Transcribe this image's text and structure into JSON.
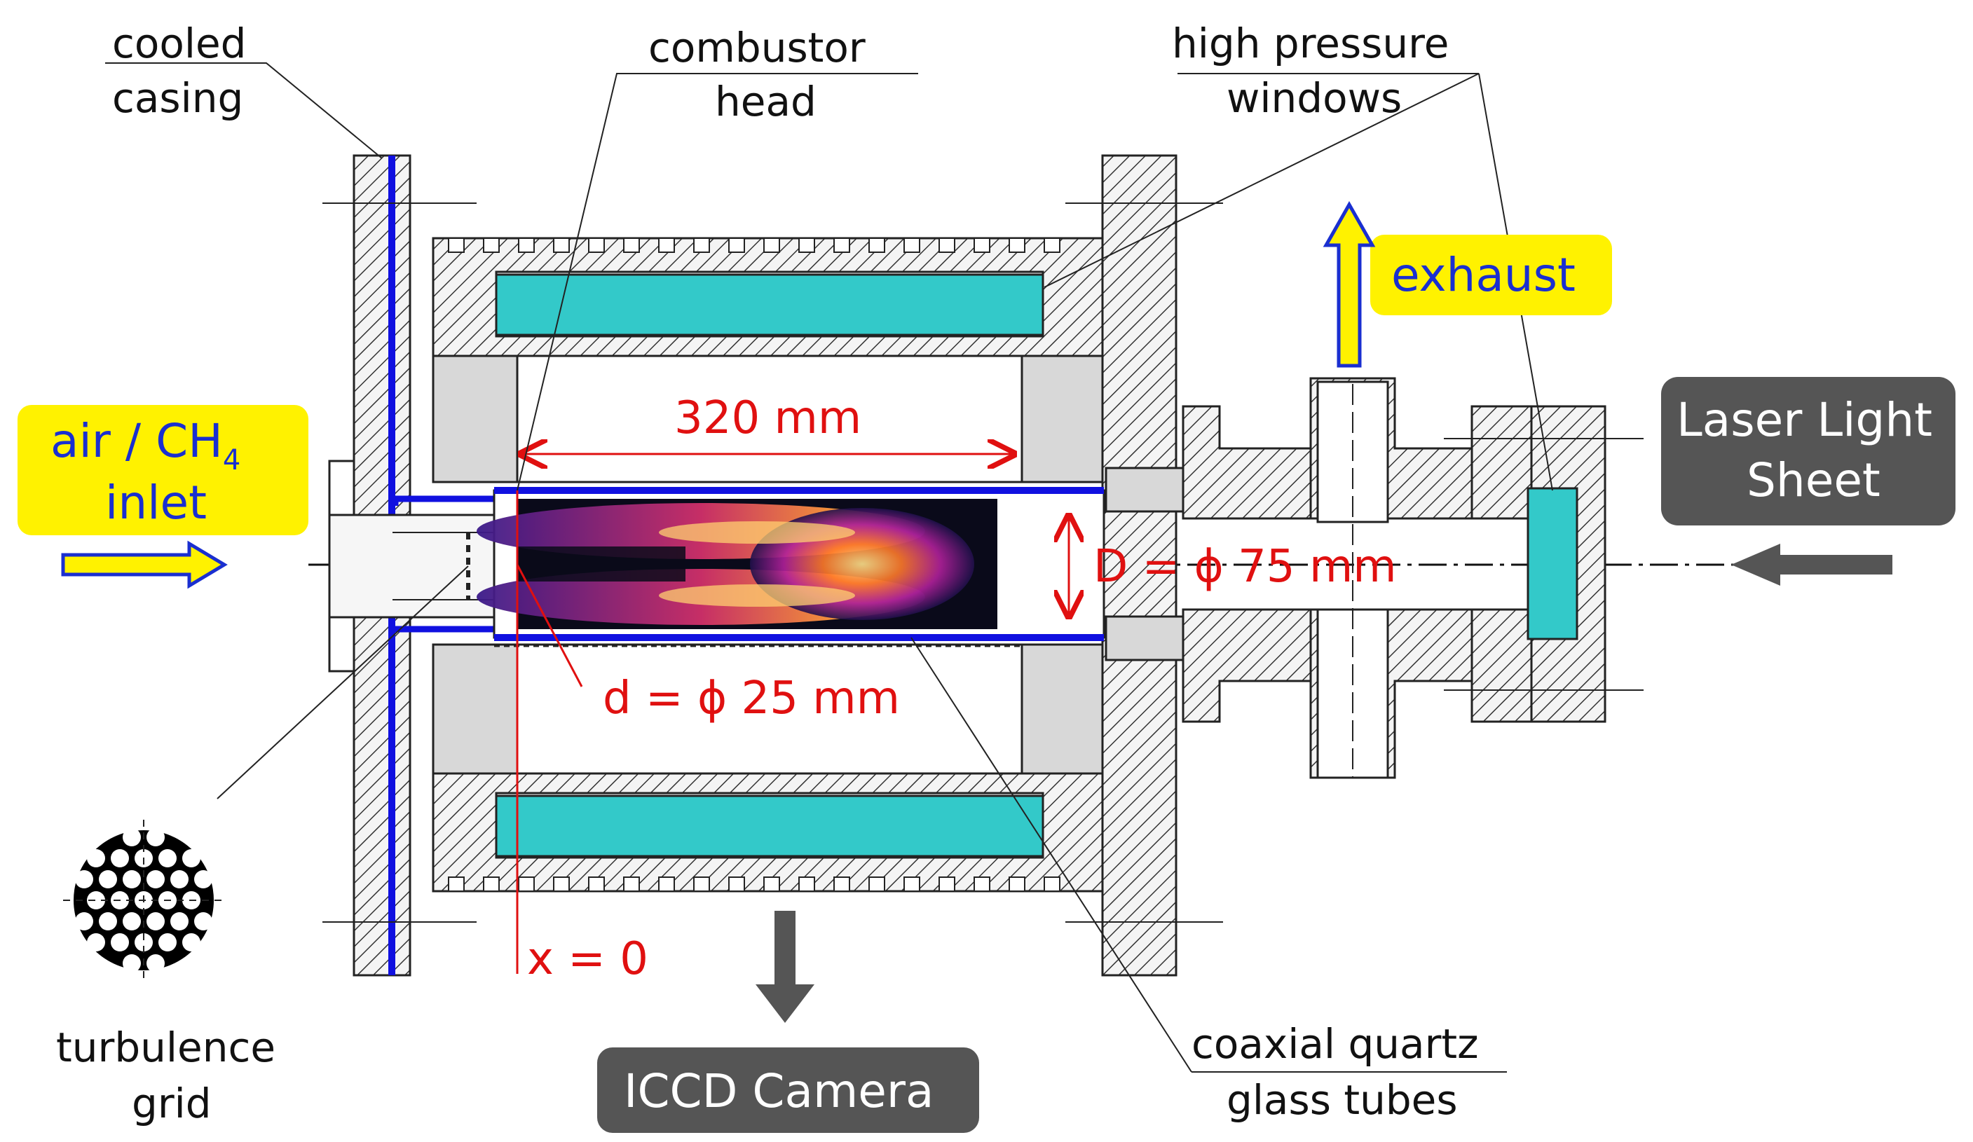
{
  "labels": {
    "cooled_casing_line1": "cooled",
    "cooled_casing_line2": "casing",
    "combustor_head_line1": "combustor",
    "combustor_head_line2": "head",
    "hp_windows_line1": "high pressure",
    "hp_windows_line2": "windows",
    "exhaust": "exhaust",
    "inlet_line1_a": "air / CH",
    "inlet_line1_sub": "4",
    "inlet_line2": "inlet",
    "laser_line1": "Laser Light",
    "laser_line2": "Sheet",
    "turbulence_line1": "turbulence",
    "turbulence_line2": "grid",
    "camera": "ICCD Camera",
    "quartz_line1": "coaxial quartz",
    "quartz_line2": "glass tubes"
  },
  "dimensions": {
    "length": "320 mm",
    "outer_diameter": "D = ϕ 75 mm",
    "inner_diameter": "d = ϕ 25 mm",
    "origin": "x = 0"
  },
  "colors": {
    "highlight_yellow": "#fff200",
    "label_blue": "#1a2fd0",
    "dim_red": "#e01010",
    "window_cyan": "#33c9c9",
    "dark_box": "#555555",
    "cooling_blue": "#1010e0"
  }
}
